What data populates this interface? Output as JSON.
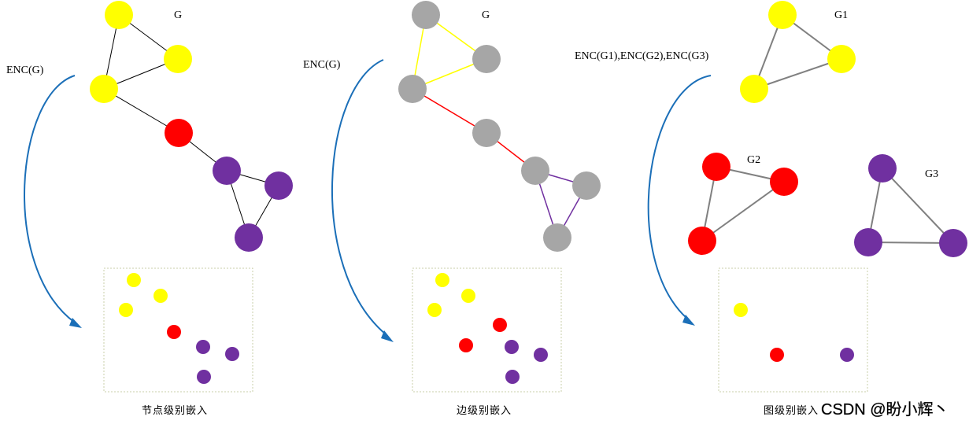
{
  "colors": {
    "yellow": "#ffff00",
    "red": "#ff0000",
    "purple": "#7030a0",
    "gray": "#a6a6a6",
    "arrow": "#1b6fb8",
    "edge_black": "#000000",
    "edge_gray": "#808080"
  },
  "panel_node": {
    "graph_label": "G",
    "enc_label": "ENC(G)",
    "caption": "节点级别嵌入"
  },
  "panel_edge": {
    "graph_label": "G",
    "enc_label": "ENC(G)",
    "caption": "边级别嵌入"
  },
  "panel_graph": {
    "enc_label": "ENC(G1),ENC(G2),ENC(G3)",
    "g1_label": "G1",
    "g2_label": "G2",
    "g3_label": "G3",
    "caption": "图级别嵌入"
  },
  "watermark": "CSDN @盼小辉丶"
}
